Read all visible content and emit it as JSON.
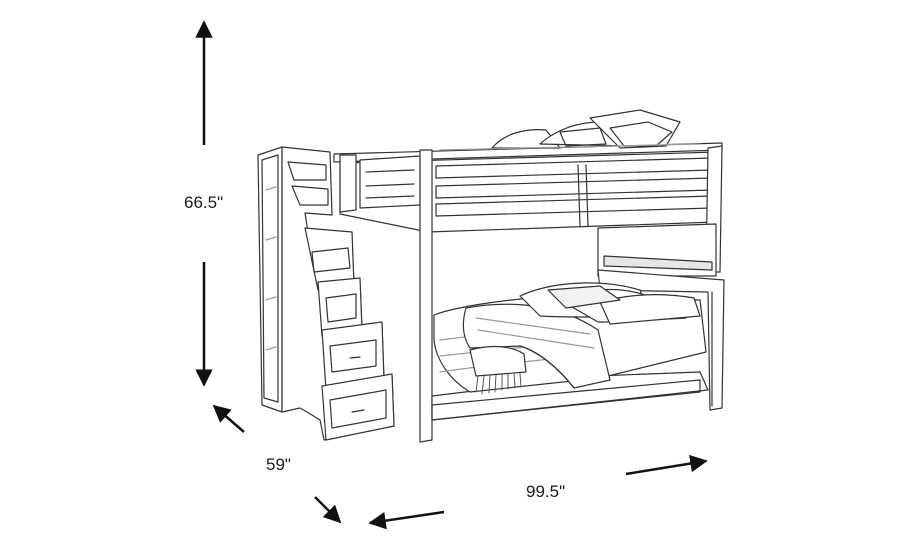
{
  "dimensions": {
    "height": "66.5\"",
    "depth": "59\"",
    "width": "99.5\""
  },
  "colors": {
    "line": "#333333",
    "arrow": "#111111",
    "background": "#ffffff"
  }
}
